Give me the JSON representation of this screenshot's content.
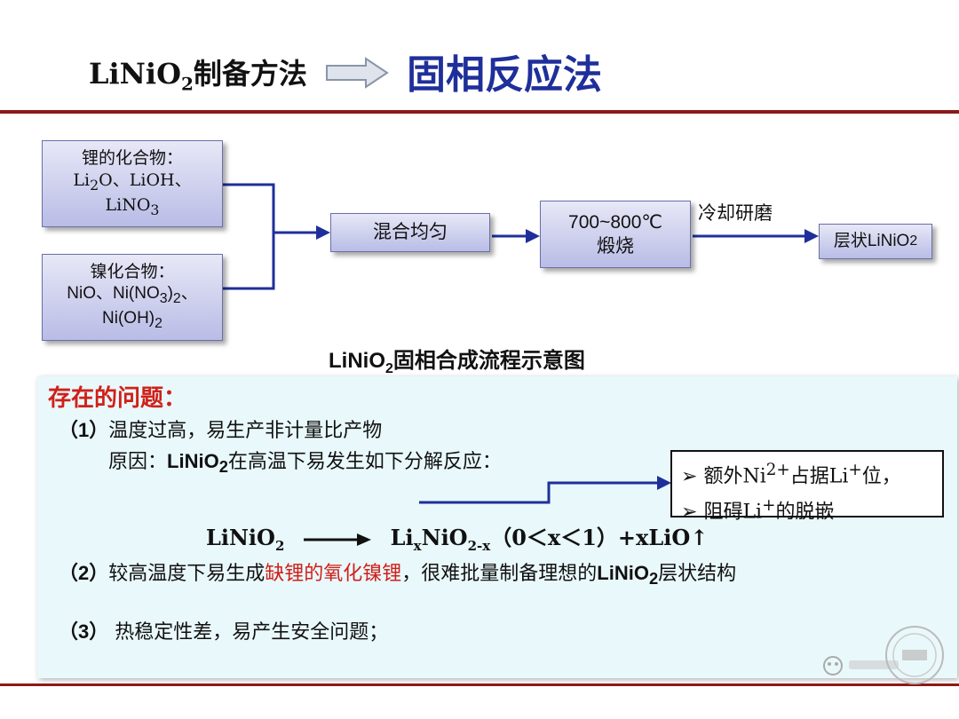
{
  "header": {
    "method_prefix": "LiNiO",
    "method_sub": "2",
    "method_suffix": "制备方法",
    "title": "固相反应法"
  },
  "flow": {
    "li_box": {
      "line1": "锂的化合物：",
      "line2a": "Li",
      "line2b": "2",
      "line2c": "O、LiOH、",
      "line3a": "LiNO",
      "line3b": "3"
    },
    "ni_box": {
      "line1": "镍化合物：",
      "line2a": "NiO、Ni(NO",
      "line2b": "3",
      "line2c": ")",
      "line2d": "2",
      "line2e": "、",
      "line3a": "Ni(OH)",
      "line3b": "2"
    },
    "mix": "混合均匀",
    "calcine_temp": "700~800℃",
    "calcine": "煅烧",
    "cooling": "冷却研磨",
    "product_a": "层状LiNiO",
    "product_b": "2",
    "caption_a": "LiNiO",
    "caption_b": "2",
    "caption_c": "固相合成流程示意图"
  },
  "problems": {
    "title": "存在的问题：",
    "p1_num": "（1）",
    "p1_text": "温度过高，易生产非计量比产物",
    "p1_reason_a": "原因：",
    "p1_reason_b": "LiNiO",
    "p1_reason_c": "2",
    "p1_reason_d": "在高温下易发生如下分解反应：",
    "note1_a": "额外Ni",
    "note1_b": "2+",
    "note1_c": "占据Li",
    "note1_d": "+",
    "note1_e": "位，",
    "note2_a": "阻碍Li",
    "note2_b": "+",
    "note2_c": "的脱嵌",
    "eq_lhs_a": "LiNiO",
    "eq_lhs_b": "2",
    "eq_rhs_a": "Li",
    "eq_rhs_b": "x",
    "eq_rhs_c": "NiO",
    "eq_rhs_d": "2-x",
    "eq_rhs_e": "（0＜x＜1）+xLiO↑",
    "p2_num": "（2）",
    "p2_a": "较高温度下易生成",
    "p2_red": "缺锂的氧化镍锂",
    "p2_b": "，很难批量制备理想的",
    "p2_c": "LiNiO",
    "p2_d": "2",
    "p2_e": "层状结构",
    "p3_num": "（3）",
    "p3_text": "热稳定性差，易产生安全问题；"
  },
  "colors": {
    "accent_blue": "#1f2f9a",
    "rule_red": "#8b1a1a",
    "problem_red": "#d0201a"
  }
}
